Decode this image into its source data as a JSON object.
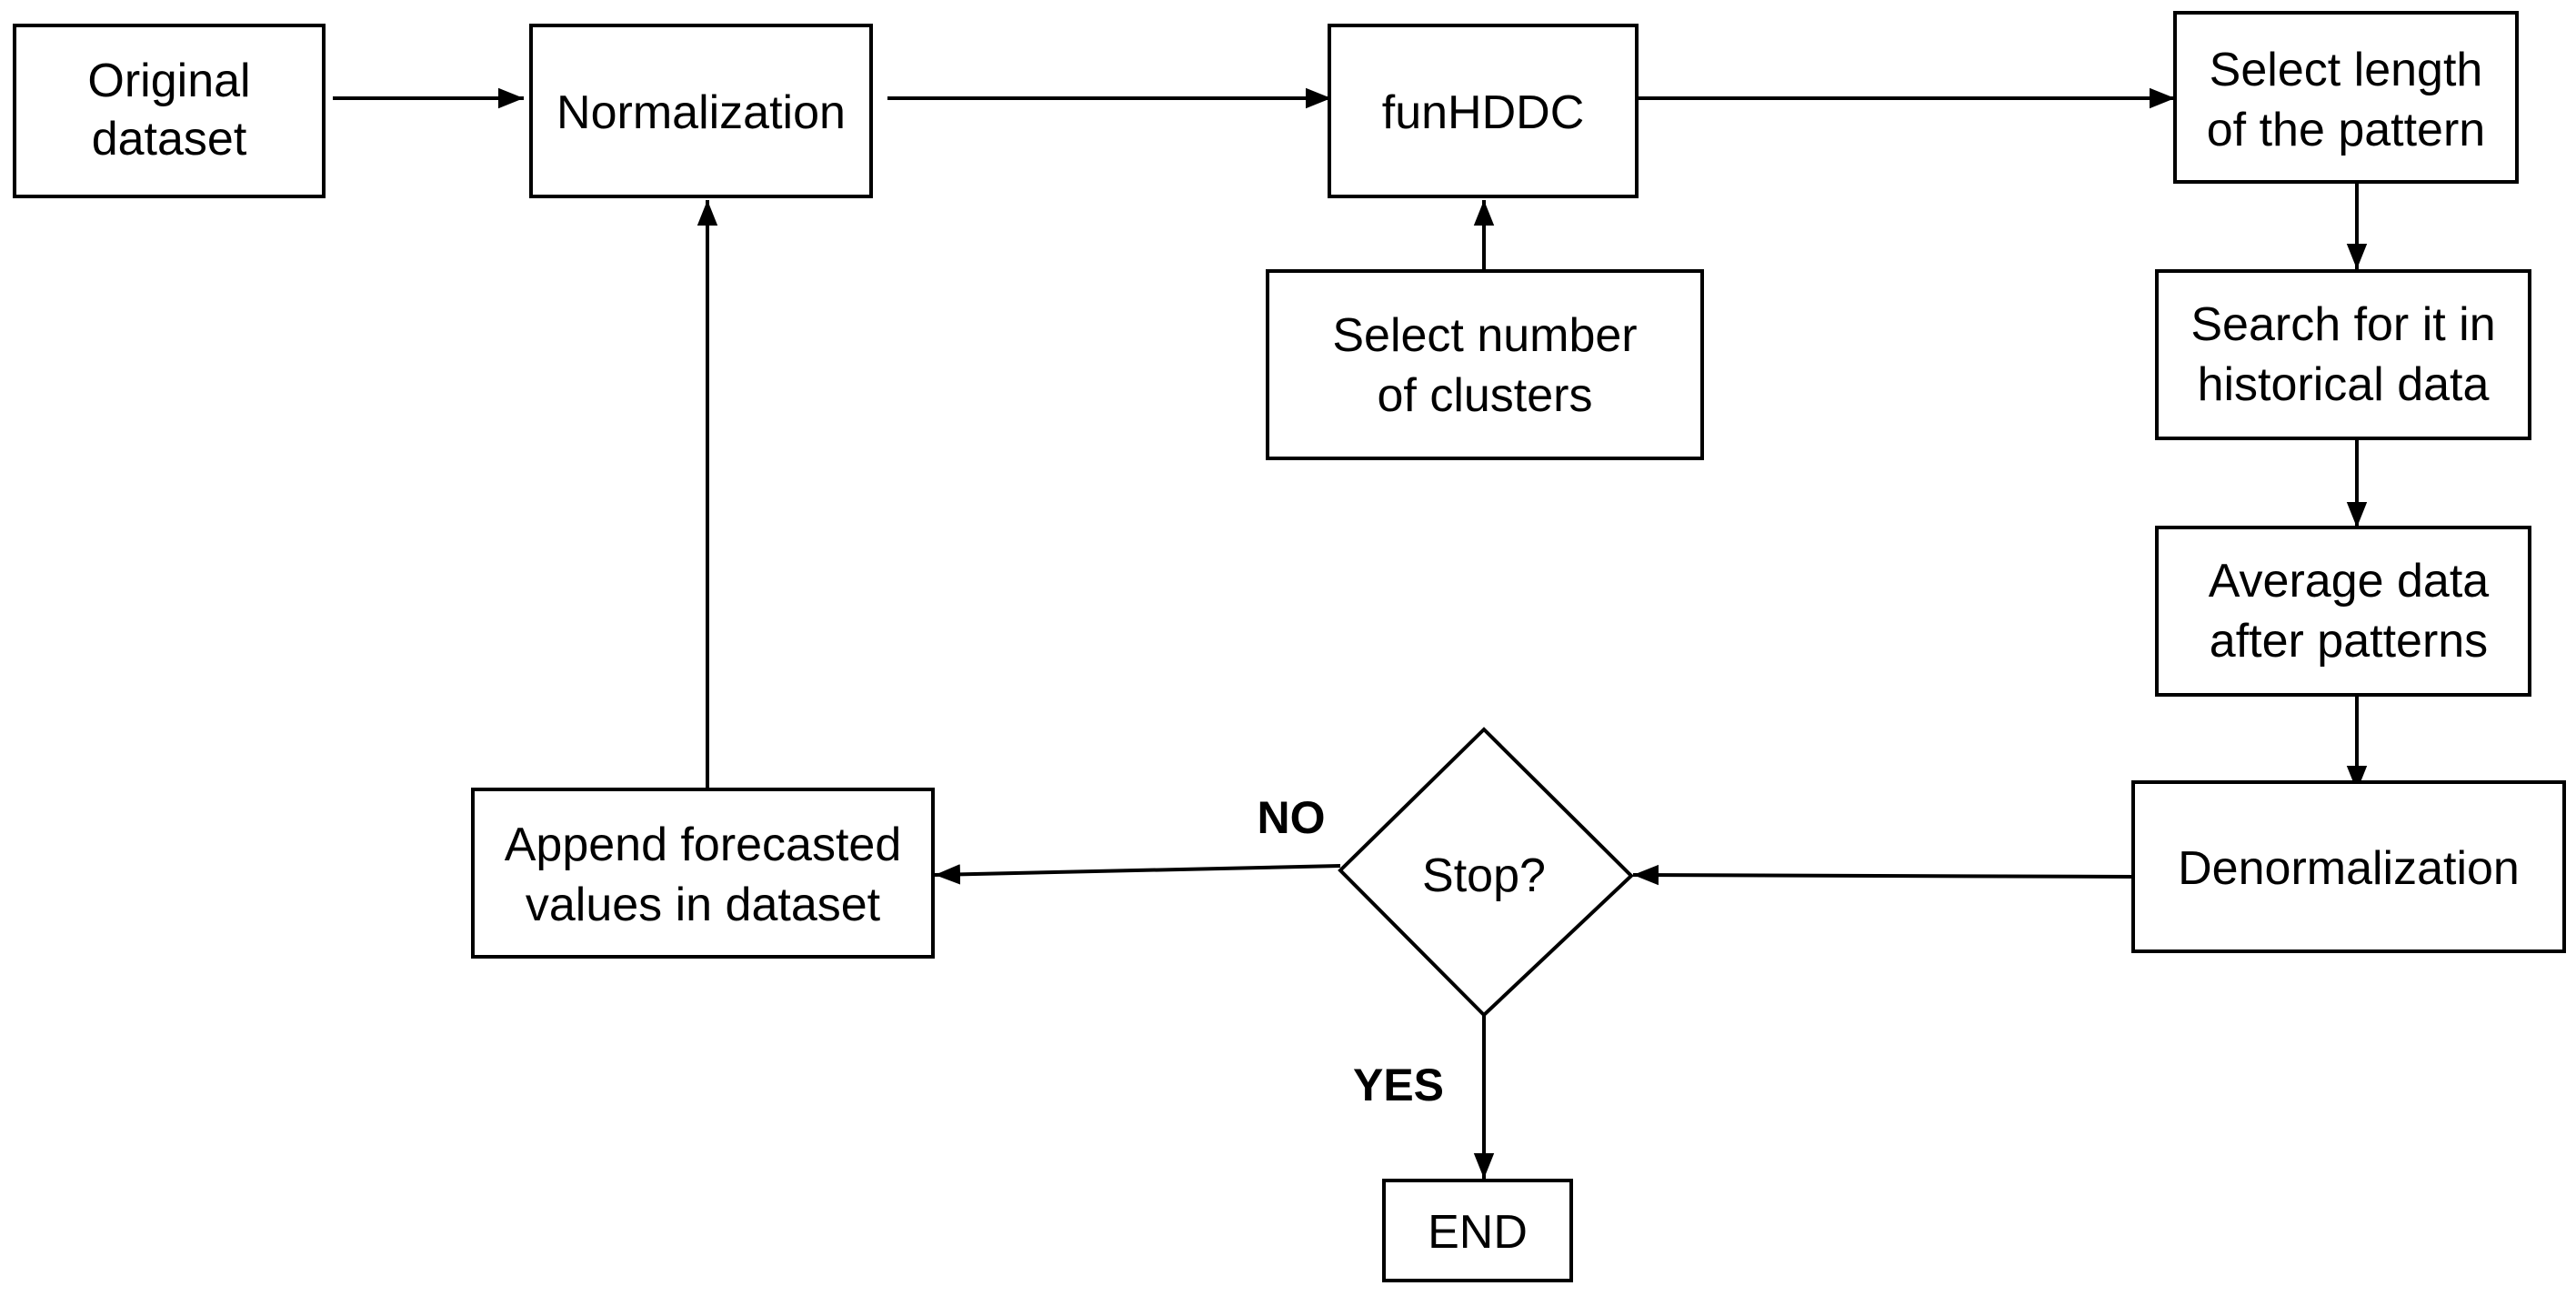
{
  "nodes": {
    "original_dataset": {
      "line1": "Original",
      "line2": "dataset"
    },
    "normalization": {
      "label": "Normalization"
    },
    "funhddc": {
      "label": "funHDDC"
    },
    "select_clusters": {
      "line1": "Select number",
      "line2": "of clusters"
    },
    "select_length": {
      "line1": "Select length",
      "line2": "of the pattern"
    },
    "search_historical": {
      "line1": "Search for it in",
      "line2": "historical data"
    },
    "average_data": {
      "line1": "Average data",
      "line2": "after patterns"
    },
    "denormalization": {
      "label": "Denormalization"
    },
    "stop": {
      "label": "Stop?"
    },
    "append_forecast": {
      "line1": "Append forecasted",
      "line2": "values in dataset"
    },
    "end": {
      "label": "END"
    }
  },
  "edge_labels": {
    "no": "NO",
    "yes": "YES"
  }
}
